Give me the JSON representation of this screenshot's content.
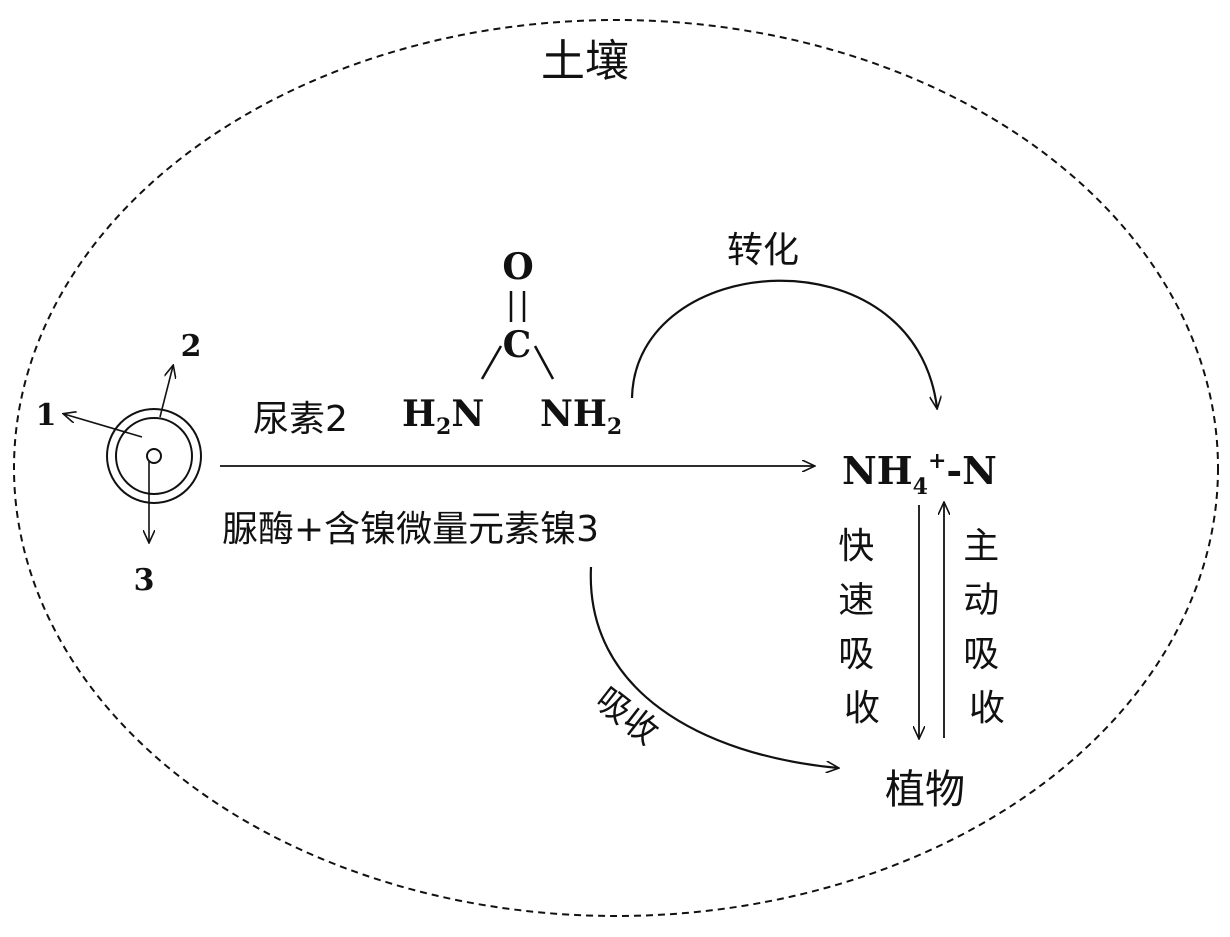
{
  "soil_label": "土壤",
  "conversion_label": "转化",
  "urea": {
    "label": "尿素2",
    "atom_o": "O",
    "atom_c": "C",
    "double_bond": "=",
    "h2n": {
      "H": "H",
      "sub": "2",
      "N": "N"
    },
    "nh2": {
      "NH": "NH",
      "sub": "2"
    }
  },
  "granule_labels": {
    "layer1": "1",
    "layer2": "2",
    "layer3": "3"
  },
  "enzyme_label": "脲酶+含镍微量元素镍3",
  "ammonium": {
    "base": "NH",
    "sub": "4",
    "sup": "+",
    "suffix": "-N"
  },
  "fast_absorb": [
    "快",
    "速",
    "吸",
    "收"
  ],
  "active_absorb": [
    "主",
    "动",
    "吸",
    "收"
  ],
  "absorb_label": "吸收",
  "plant_label": "植物"
}
